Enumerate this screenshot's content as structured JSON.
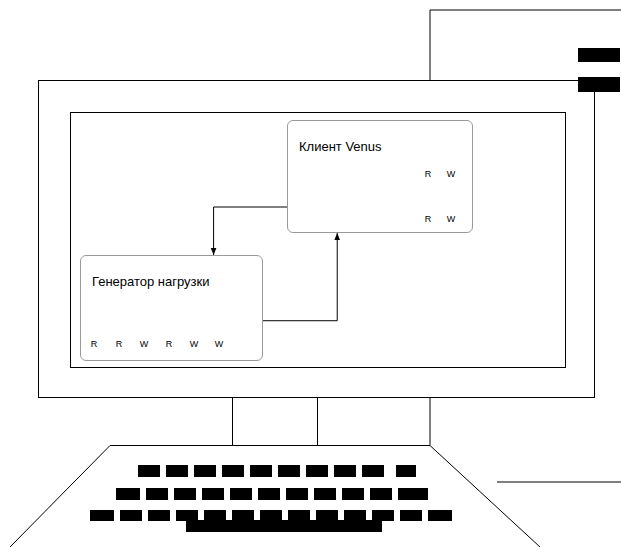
{
  "diagram": {
    "nodes": [
      {
        "text": [
          "Клиент Venus"
        ]
      },
      {
        "text": [
          "Генератор нагрузки"
        ]
      }
    ],
    "edges": [
      {
        "from": 0,
        "to": 1,
        "arrow": "to"
      },
      {
        "from": 1,
        "to": 0,
        "arrow": "to"
      }
    ],
    "labels": [
      "R",
      "W",
      "R",
      "W",
      "R",
      "R",
      "W",
      "R",
      "W",
      "W"
    ]
  }
}
